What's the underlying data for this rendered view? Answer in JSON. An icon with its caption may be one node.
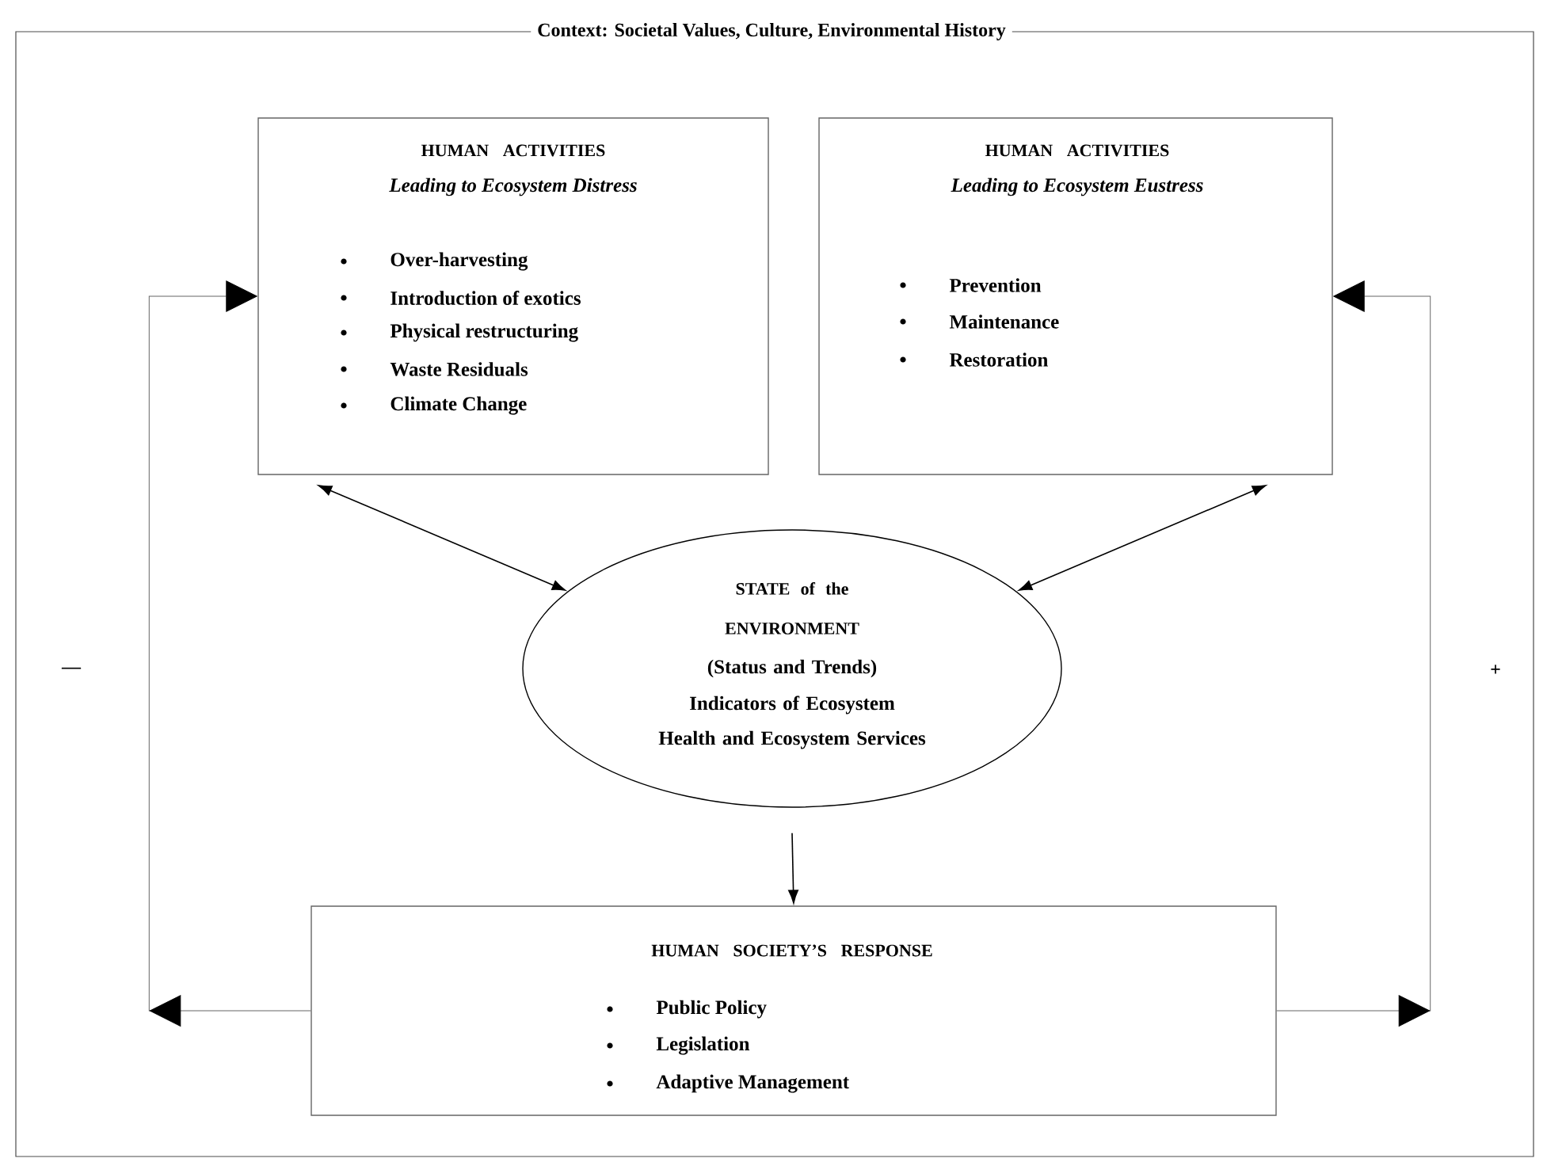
{
  "diagram": {
    "nodes": [
      {
        "text": [
          "Context: Societal Values, Culture, Environmental History"
        ]
      },
      {
        "text": [
          "HUMAN ACTIVITIES",
          "Leading to Ecosystem Distress",
          "Over-harvesting",
          "Introduction of exotics",
          "Physical restructuring",
          "Waste Residuals",
          "Climate Change"
        ],
        "in": 0
      },
      {
        "text": [
          "HUMAN ACTIVITIES",
          "Leading to Ecosystem Eustress",
          "Prevention",
          "Maintenance",
          "Restoration"
        ],
        "in": 0
      },
      {
        "text": [
          "STATE of the ENVIRONMENT",
          "(Status and Trends)",
          "Indicators of Ecosystem Health and Ecosystem Services"
        ],
        "in": 0
      },
      {
        "text": [
          "HUMAN SOCIETY’S RESPONSE",
          "Public Policy",
          "Legislation",
          "Adaptive Management"
        ],
        "in": 0
      }
    ],
    "edges": [
      {
        "from": 1,
        "to": 3,
        "arrow": "both"
      },
      {
        "from": 2,
        "to": 3,
        "arrow": "both"
      },
      {
        "from": 3,
        "to": 4,
        "arrow": "to"
      },
      {
        "from": 4,
        "to": 1,
        "arrow": "to",
        "color": "#666666"
      },
      {
        "from": 4,
        "to": 2,
        "arrow": "to",
        "color": "#666666"
      }
    ],
    "labels": [
      "—",
      "+"
    ]
  }
}
